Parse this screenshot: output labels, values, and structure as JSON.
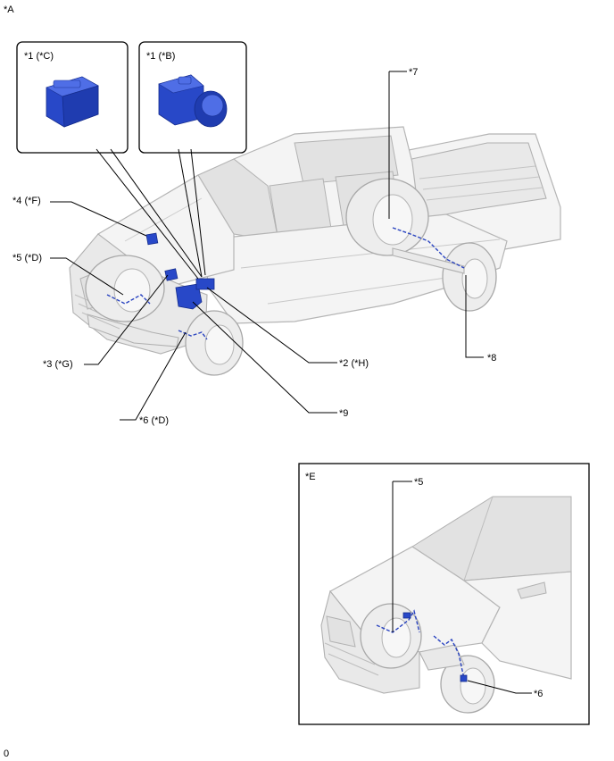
{
  "figure_label": "*A",
  "footer_code": "0",
  "callouts": {
    "c1_c": "*1 (*C)",
    "c1_b": "*1 (*B)",
    "c7": "*7",
    "c4_f": "*4 (*F)",
    "c5_d": "*5 (*D)",
    "c3_g": "*3 (*G)",
    "c2_h": "*2 (*H)",
    "c8": "*8",
    "c9": "*9",
    "c6_d": "*6 (*D)"
  },
  "inset": {
    "label": "*E",
    "c5": "*5",
    "c6": "*6"
  },
  "colors": {
    "part_blue": "#2848c8",
    "outline": "#000000"
  }
}
